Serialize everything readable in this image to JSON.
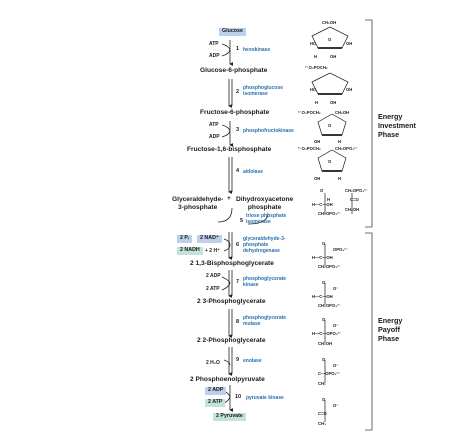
{
  "metabolites": {
    "glucose": "Glucose",
    "g6p": "Glucose-6-phosphate",
    "f6p": "Fructose-6-phosphate",
    "f16bp": "Fructose-1,6-bisphosphate",
    "gap": "Glyceraldehyde-\n3-phosphate",
    "plus": "+",
    "dhap": "Dihydroxyacetone\nphosphate",
    "bpg": "2 1,3-Bisphosphoglycerate",
    "pg3": "2 3-Phosphoglycerate",
    "pg2": "2 2-Phosphoglycerate",
    "pep": "2 Phosphoenolpyruvate",
    "pyruvate": "2 Pyruvate"
  },
  "steps": [
    {
      "num": "1",
      "enzyme": "hexokinase"
    },
    {
      "num": "2",
      "enzyme": "phosphoglucose\nisomerase"
    },
    {
      "num": "3",
      "enzyme": "phosphofructokinase"
    },
    {
      "num": "4",
      "enzyme": "aldolase"
    },
    {
      "num": "5",
      "enzyme": "triose phosphate\nisomerase"
    },
    {
      "num": "6",
      "enzyme": "glyceraldehyde-3-\nphosphate\ndehydrogenase"
    },
    {
      "num": "7",
      "enzyme": "phosphoglycerate\nkinase"
    },
    {
      "num": "8",
      "enzyme": "phosphoglycerate\nmutase"
    },
    {
      "num": "9",
      "enzyme": "enolase"
    },
    {
      "num": "10",
      "enzyme": "pyruvate kinase"
    }
  ],
  "cofactors": {
    "atp1": "ATP",
    "adp1": "ADP",
    "atp3": "ATP",
    "adp3": "ADP",
    "pi6": "2 Pᵢ",
    "nad6": "2 NAD⁺",
    "nadh6": "2 NADH",
    "h6": "+ 2 H⁺",
    "adp7": "2 ADP",
    "atp7": "2 ATP",
    "h2o9": "2 H₂O",
    "adp10": "2 ADP",
    "atp10": "2 ATP"
  },
  "phases": {
    "investment": "Energy\nInvestment\nPhase",
    "payoff": "Energy\nPayoff\nPhase"
  },
  "colors": {
    "enzyme_text": "#2a6fb0",
    "tag_blue": "#bcd0ec",
    "tag_green": "#c3e2d8"
  }
}
